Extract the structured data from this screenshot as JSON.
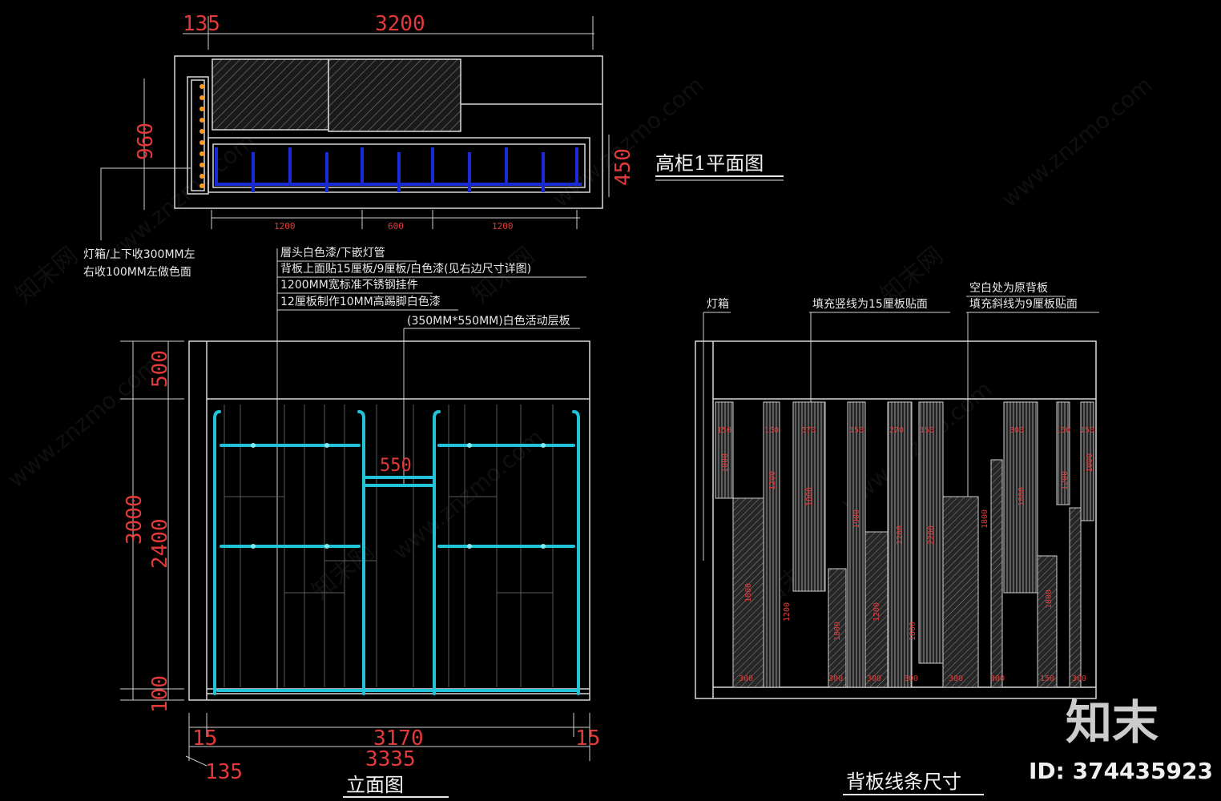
{
  "plan": {
    "title": "高柜1平面图",
    "dim_top_left": "135",
    "dim_top_main": "3200",
    "dim_left": "960",
    "dim_right": "450",
    "dims_bottom": [
      "1200",
      "600",
      "1200"
    ]
  },
  "plan_notes": {
    "lamp_line1": "灯箱/上下收300MM左",
    "lamp_line2": "右收100MM左做色面"
  },
  "elevation_notes": [
    "層头白色漆/下嵌灯管",
    "背板上面贴15厘板/9厘板/白色漆(见右边尺寸详图)",
    "1200MM宽标准不锈钢挂件",
    "12厘板制作10MM高踢脚白色漆",
    "(350MM*550MM)白色活动层板"
  ],
  "elevation": {
    "title": "立面图",
    "dim_550": "550",
    "dims_left": [
      "500",
      "3000",
      "2400",
      "100"
    ],
    "dims_bottom": [
      "15",
      "3170",
      "15",
      "3335",
      "135"
    ]
  },
  "back": {
    "title": "背板线条尺寸",
    "notes": [
      "灯箱",
      "填充竖线为15厘板贴面",
      "空白处为原背板",
      "填充斜线为9厘板贴面"
    ],
    "top_labels": [
      "150",
      "150",
      "570",
      "150",
      "270",
      "150",
      "300",
      "150",
      "150"
    ],
    "bottom_labels": [
      "300",
      "300",
      "300",
      "300",
      "300",
      "300",
      "150",
      "300"
    ],
    "vertical_labels": [
      "1000",
      "1200",
      "1800",
      "1900",
      "2200",
      "2200",
      "1800",
      "1800",
      "1200",
      "1800",
      "1200",
      "1800",
      "1200",
      "1800",
      "1000",
      "1800"
    ]
  },
  "watermark": {
    "site": "www.znzmo.com",
    "brand": "知末",
    "brand_small": "知末网",
    "id": "ID: 374435923"
  },
  "colors": {
    "background": "#000000",
    "dimension": "#e23a3a",
    "shelf": "#22c3d9",
    "rack": "#1a2bd6",
    "lamp": "#ff9a1a",
    "line": "#d8d8d8"
  }
}
